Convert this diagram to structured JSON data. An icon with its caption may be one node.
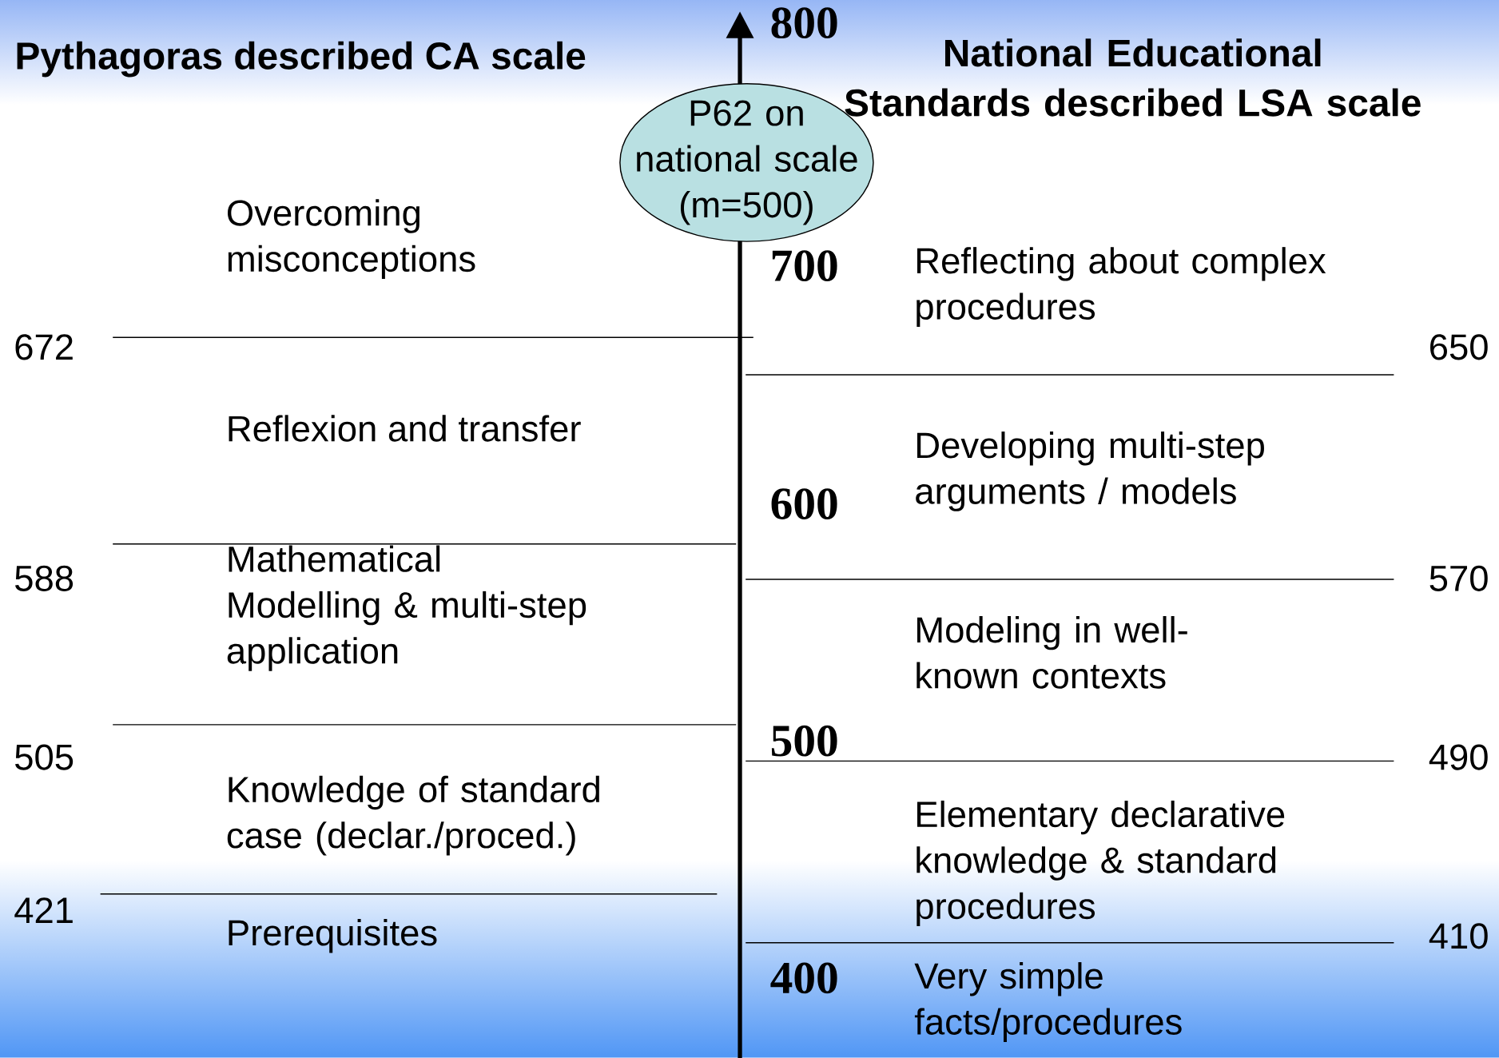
{
  "diagram": {
    "nodes": [
      {
        "text": [
          "P62 on national scale (m=500)"
        ]
      }
    ],
    "labels": [
      "Pythagoras described CA scale",
      "800",
      "National Educational Standards described LSA scale",
      "Overcoming misconceptions",
      "700",
      "Reflecting about complex procedures",
      "672",
      "650",
      "Reflexion and transfer",
      "Developing multi-step arguments / models",
      "600",
      "588",
      "Mathematical Modelling & multi-step application",
      "570",
      "Modeling in well-known contexts",
      "505",
      "500",
      "490",
      "Knowledge of standard case (declar./proced.)",
      "Elementary declarative knowledge & standard procedures",
      "421",
      "410",
      "Prerequisites",
      "400",
      "Very simple facts/procedures"
    ]
  }
}
